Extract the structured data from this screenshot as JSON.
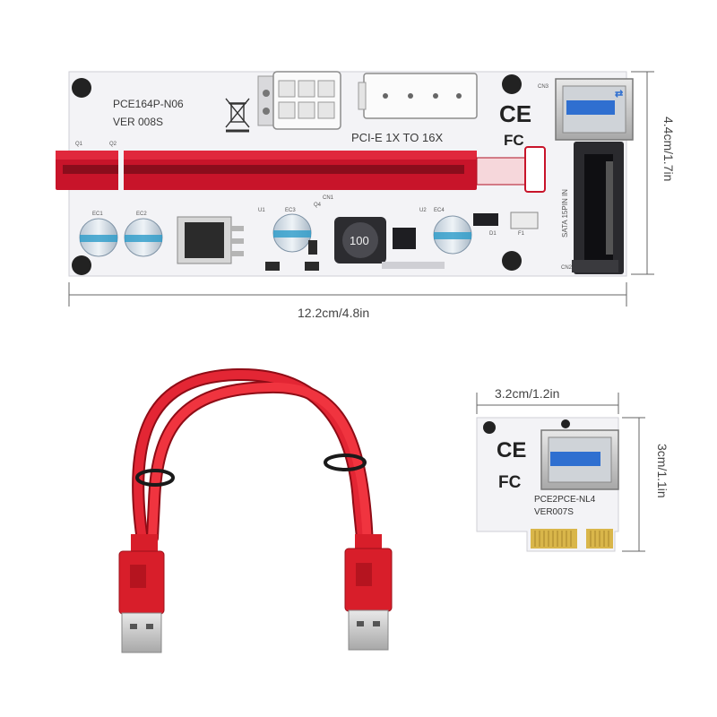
{
  "riser_board": {
    "model": "PCE164P-N06",
    "version": "VER 008S",
    "interface": "PCI-E 1X TO 16X",
    "sata_label": "SATA 15PIN IN",
    "inductor_code": "100",
    "ce_mark": "CE",
    "fc_mark": "FC",
    "width_label": "12.2cm/4.8in",
    "height_label": "4.4cm/1.7in",
    "designators": {
      "q1": "Q1",
      "q2": "Q2",
      "q4": "Q4",
      "ec1": "EC1",
      "ec2": "EC2",
      "ec3": "EC3",
      "ec4": "EC4",
      "u1": "U1",
      "u2": "U2",
      "cn1": "CN1",
      "cn2": "CN2",
      "cn3": "CN3",
      "d1": "D1",
      "f1": "F1"
    }
  },
  "usb_cable": {
    "color": "#d81e2a"
  },
  "adapter_board": {
    "model": "PCE2PCE-NL4",
    "version": "VER007S",
    "ce_mark": "CE",
    "fc_mark": "FC",
    "width_label": "3.2cm/1.2in",
    "height_label": "3cm/1.1in"
  },
  "colors": {
    "board": "#f3f3f6",
    "slot_red": "#c8142a",
    "usb_blue": "#2f6fd0",
    "gold": "#d9b64a"
  }
}
